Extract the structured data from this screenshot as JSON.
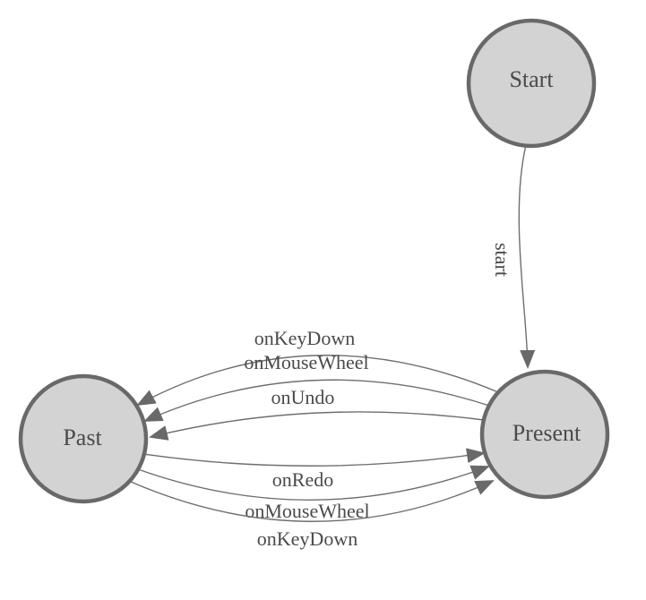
{
  "diagram": {
    "type": "state-diagram",
    "nodes": [
      {
        "id": "start",
        "label": "Start"
      },
      {
        "id": "present",
        "label": "Present"
      },
      {
        "id": "past",
        "label": "Past"
      }
    ],
    "edges": [
      {
        "id": "start-to-present",
        "from": "Start",
        "to": "Present",
        "label": "start"
      },
      {
        "id": "present-to-past-onkeydown",
        "from": "Present",
        "to": "Past",
        "label": "onKeyDown"
      },
      {
        "id": "present-to-past-onmousewheel",
        "from": "Present",
        "to": "Past",
        "label": "onMouseWheel"
      },
      {
        "id": "present-to-past-onundo",
        "from": "Present",
        "to": "Past",
        "label": "onUndo"
      },
      {
        "id": "past-to-present-onredo",
        "from": "Past",
        "to": "Present",
        "label": "onRedo"
      },
      {
        "id": "past-to-present-onmousewheel",
        "from": "Past",
        "to": "Present",
        "label": "onMouseWheel"
      },
      {
        "id": "past-to-present-onkeydown",
        "from": "Past",
        "to": "Present",
        "label": "onKeyDown"
      }
    ],
    "colors": {
      "background": "#ffffff",
      "node_fill": "#d3d3d3",
      "node_stroke": "#696969",
      "edge_line": "#6e6e6e",
      "arrowhead": "#696969",
      "text": "#4a4a4a"
    }
  }
}
